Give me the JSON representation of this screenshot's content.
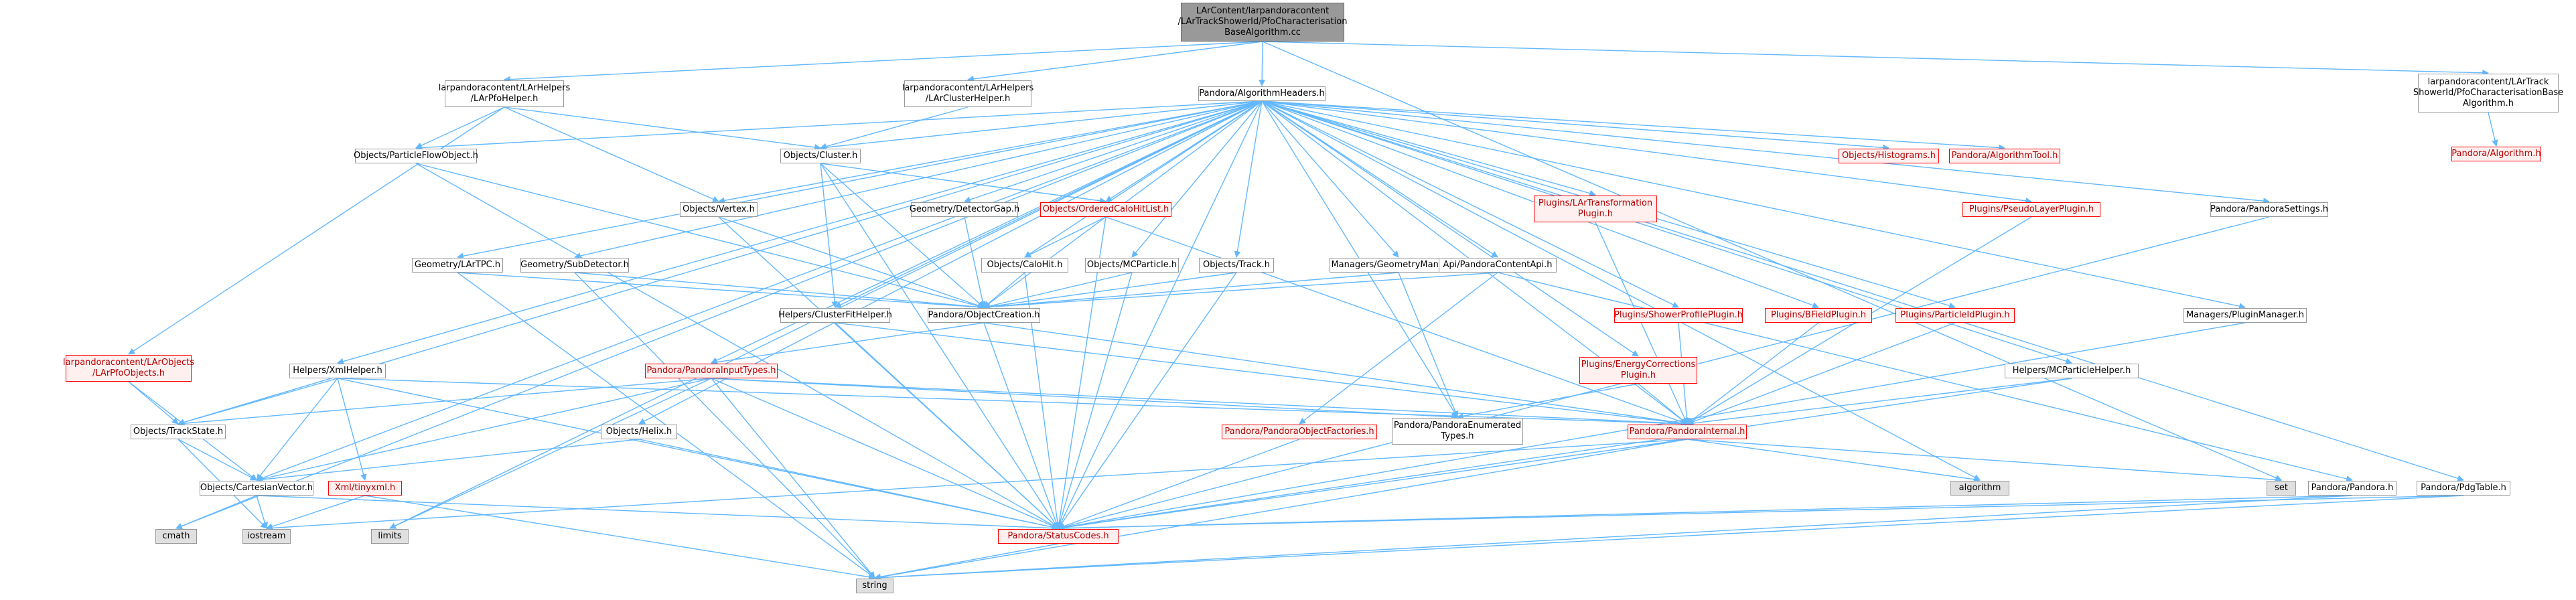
{
  "nodes": {
    "root": "LArContent/larpandoracontent\n/LArTrackShowerId/PfoCharacterisation\nBaseAlgorithm.cc",
    "lar_pfohelper": "larpandoracontent/LArHelpers\n/LArPfoHelper.h",
    "lar_clusterhelper": "larpandoracontent/LArHelpers\n/LArClusterHelper.h",
    "pandora_algheaders": "Pandora/AlgorithmHeaders.h",
    "lar_pfochar_h": "larpandoracontent/LArTrack\nShowerId/PfoCharacterisationBase\nAlgorithm.h",
    "pandora_algorithm": "Pandora/Algorithm.h",
    "lar_pfoobjects": "larpandoracontent/LArObjects\n/LArPfoObjects.h",
    "objects_pfo": "Objects/ParticleFlowObject.h",
    "objects_cluster": "Objects/Cluster.h",
    "objects_vertex": "Objects/Vertex.h",
    "objects_histograms": "Objects/Histograms.h",
    "pandora_algtool": "Pandora/AlgorithmTool.h",
    "geometry_lartpc": "Geometry/LArTPC.h",
    "geometry_subdet": "Geometry/SubDetector.h",
    "geometry_detgap": "Geometry/DetectorGap.h",
    "objects_orderedcalo": "Objects/OrderedCaloHitList.h",
    "objects_calohit": "Objects/CaloHit.h",
    "objects_mcparticle": "Objects/MCParticle.h",
    "objects_track": "Objects/Track.h",
    "managers_geometry": "Managers/GeometryManager.h",
    "api_contentapi": "Api/PandoraContentApi.h",
    "plugins_lartransform": "Plugins/LArTransformation\nPlugin.h",
    "plugins_pseudolayer": "Plugins/PseudoLayerPlugin.h",
    "pandora_settings": "Pandora/PandoraSettings.h",
    "helpers_clusterfit": "Helpers/ClusterFitHelper.h",
    "pandora_objcreation": "Pandora/ObjectCreation.h",
    "plugins_showerprofile": "Plugins/ShowerProfilePlugin.h",
    "plugins_bfield": "Plugins/BFieldPlugin.h",
    "plugins_particleid": "Plugins/ParticleIdPlugin.h",
    "managers_plugin": "Managers/PluginManager.h",
    "helpers_xml": "Helpers/XmlHelper.h",
    "pandora_inputtypes": "Pandora/PandoraInputTypes.h",
    "plugins_energycorr": "Plugins/EnergyCorrections\nPlugin.h",
    "helpers_mcparticle": "Helpers/MCParticleHelper.h",
    "objects_trackstate": "Objects/TrackState.h",
    "objects_helix": "Objects/Helix.h",
    "pandora_objfactories": "Pandora/PandoraObjectFactories.h",
    "pandora_enumtypes": "Pandora/PandoraEnumerated\nTypes.h",
    "pandora_internal": "Pandora/PandoraInternal.h",
    "objects_cartvector": "Objects/CartesianVector.h",
    "xml_tinyxml": "Xml/tinyxml.h",
    "algorithm": "algorithm",
    "set": "set",
    "pandora_pandora": "Pandora/Pandora.h",
    "pandora_pdgtable": "Pandora/PdgTable.h",
    "cmath": "cmath",
    "iostream": "iostream",
    "limits": "limits",
    "pandora_statuscodes": "Pandora/StatusCodes.h",
    "string": "string"
  },
  "colors": {
    "edge": "#63b8ff",
    "node_border": "#999999",
    "missing_border": "#ff0000",
    "system_fill": "#e0e0e0",
    "root_fill": "#999999"
  }
}
